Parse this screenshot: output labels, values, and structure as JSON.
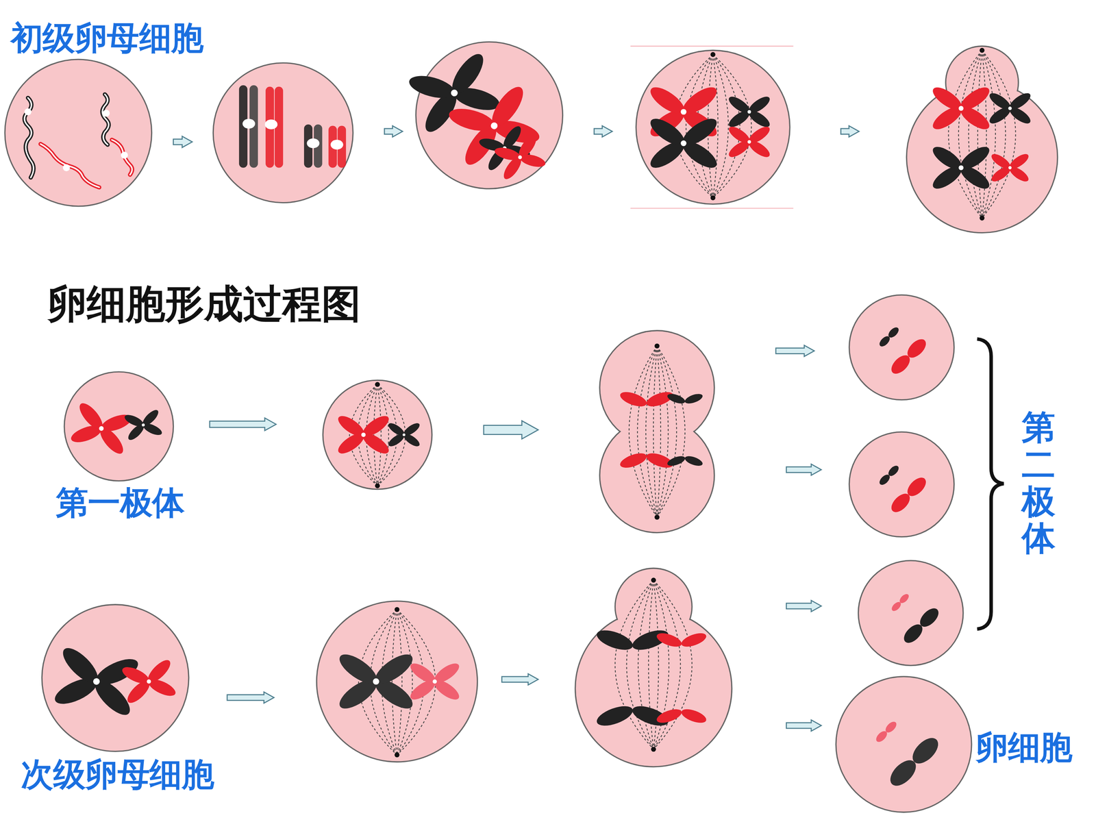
{
  "diagram": {
    "title": "卵细胞形成过程图",
    "labels": [
      "初级卵母细胞",
      "第一极体",
      "第二极体",
      "次级卵母细胞",
      "卵细胞"
    ]
  }
}
